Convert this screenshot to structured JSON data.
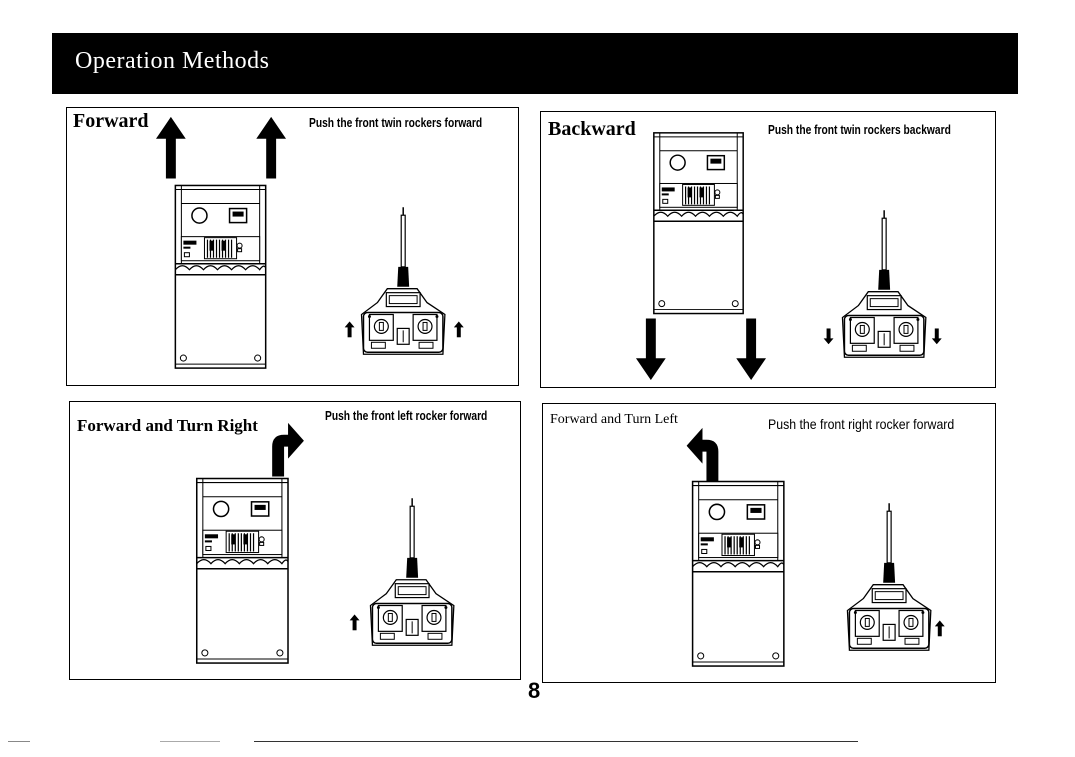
{
  "header": {
    "title": "Operation Methods"
  },
  "panels": [
    {
      "title": "Forward",
      "instruction": "Push the front twin rockers forward"
    },
    {
      "title": "Backward",
      "instruction": "Push the front twin rockers backward"
    },
    {
      "title": "Forward and Turn Right",
      "instruction": "Push the front left rocker forward"
    },
    {
      "title": "Forward and Turn Left",
      "instruction": "Push the front right rocker forward"
    }
  ],
  "footer": {
    "page_number": "8"
  },
  "icons": [
    "up-arrow-icon",
    "down-arrow-icon",
    "turn-right-arrow-icon",
    "turn-left-arrow-icon",
    "safe-icon",
    "remote-control-icon"
  ],
  "colors": {
    "ink": "#000000",
    "paper": "#ffffff"
  }
}
